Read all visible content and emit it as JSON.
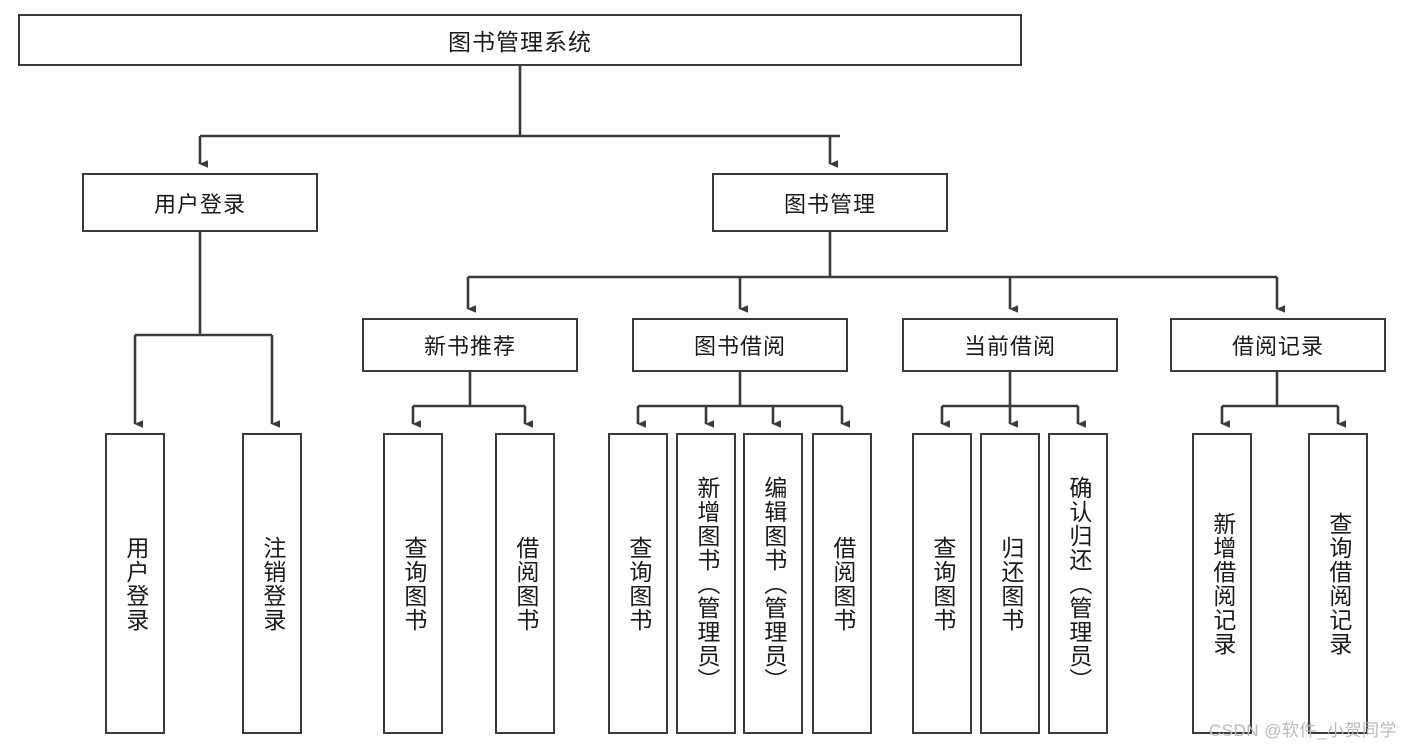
{
  "diagram": {
    "type": "tree",
    "title": "图书管理系统",
    "watermark": "CSDN @软件_小贺同学",
    "colors": {
      "box_border": "#3a3a3a",
      "box_fill": "#ffffff",
      "connector": "#3a3a3a",
      "text": "#1a1a1a",
      "watermark": "#b9b9b9"
    },
    "root": {
      "label": "图书管理系统"
    },
    "level2": [
      {
        "label": "用户登录"
      },
      {
        "label": "图书管理"
      }
    ],
    "level3": [
      {
        "label": "新书推荐"
      },
      {
        "label": "图书借阅"
      },
      {
        "label": "当前借阅"
      },
      {
        "label": "借阅记录"
      }
    ],
    "leaves": {
      "user_login": [
        {
          "label": "用户登录"
        },
        {
          "label": "注销登录"
        }
      ],
      "new_book_recommend": [
        {
          "label": "查询图书"
        },
        {
          "label": "借阅图书"
        }
      ],
      "book_borrow": [
        {
          "label": "查询图书"
        },
        {
          "label": "新增图书（管理员）"
        },
        {
          "label": "编辑图书（管理员）"
        },
        {
          "label": "借阅图书"
        }
      ],
      "current_borrow": [
        {
          "label": "查询图书"
        },
        {
          "label": "归还图书"
        },
        {
          "label": "确认归还（管理员）"
        }
      ],
      "borrow_record": [
        {
          "label": "新增借阅记录"
        },
        {
          "label": "查询借阅记录"
        }
      ]
    }
  }
}
